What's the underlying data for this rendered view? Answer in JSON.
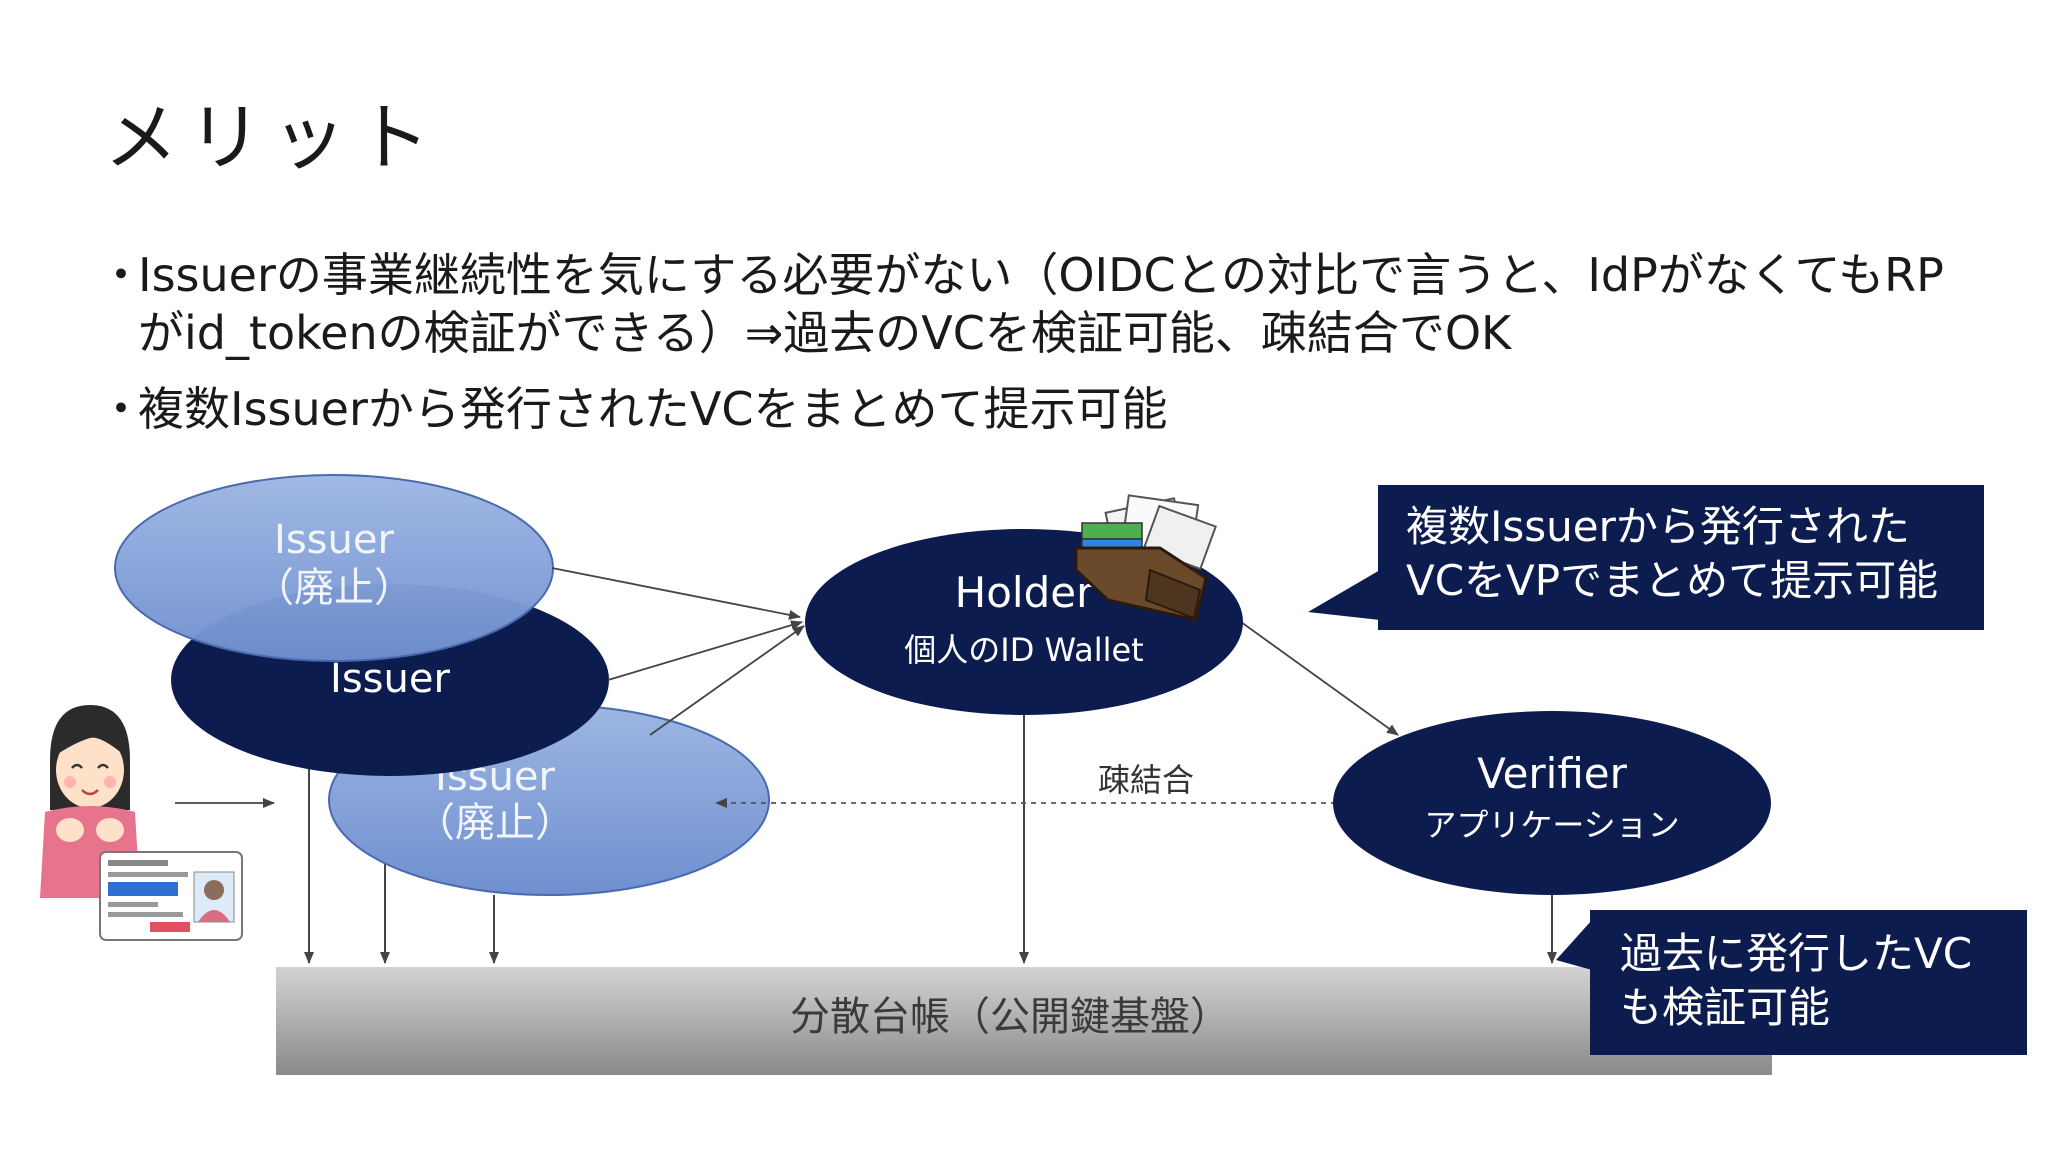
{
  "slide": {
    "title": "メリット",
    "bullets": [
      "Issuerの事業継続性を気にする必要がない（OIDCとの対比で言うと、IdPがなくてもRPがid_tokenの検証ができる）⇒過去のVCを検証可能、疎結合でOK",
      "複数Issuerから発行されたVCをまとめて提示可能"
    ]
  },
  "diagram": {
    "issuer_top": {
      "name": "Issuer",
      "status": "（廃止）"
    },
    "issuer_mid": {
      "name": "Issuer"
    },
    "issuer_bottom": {
      "name": "Issuer",
      "status": "（廃止）"
    },
    "holder": {
      "name": "Holder",
      "sub": "個人のID Wallet"
    },
    "verifier": {
      "name": "Verifier",
      "sub": "アプリケーション"
    },
    "loose_label": "疎結合",
    "ledger_label": "分散台帳（公開鍵基盤）",
    "callout_top": [
      "複数Issuerから発行された",
      "VCをVPでまとめて提示可能"
    ],
    "callout_bottom": [
      "過去に発行したVC",
      "も検証可能"
    ],
    "colors": {
      "navy": "#0d1c4f",
      "light_blue": "#8faadc",
      "ledger_top": "#c9c9c9",
      "ledger_bottom": "#8c8c8c"
    }
  }
}
